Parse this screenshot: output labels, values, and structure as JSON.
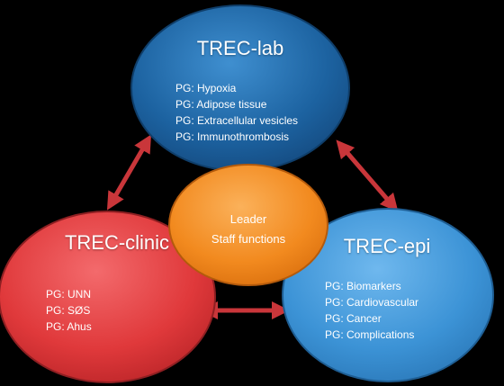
{
  "lab": {
    "title": "TREC-lab",
    "groups": [
      "PG: Hypoxia",
      "PG: Adipose tissue",
      "PG: Extracellular vesicles",
      "PG: Immunothrombosis"
    ],
    "color": "#1f6aa8"
  },
  "clinic": {
    "title": "TREC-clinic",
    "groups": [
      "PG: UNN",
      "PG: SØS",
      "PG: Ahus"
    ],
    "color": "#e2393a"
  },
  "epi": {
    "title": "TREC-epi",
    "groups": [
      "PG: Biomarkers",
      "PG: Cardiovascular",
      "PG: Cancer",
      "PG: Complications"
    ],
    "color": "#3c97d8"
  },
  "center": {
    "line1": "Leader",
    "line2": "Staff functions",
    "color": "#f08c22"
  },
  "arrow_color": "#c9363a"
}
